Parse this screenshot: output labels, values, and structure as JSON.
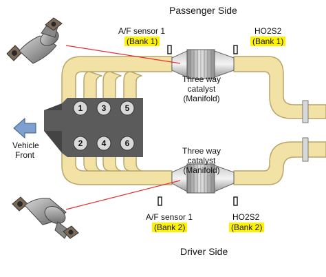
{
  "labels": {
    "passenger_side": "Passenger Side",
    "driver_side": "Driver Side",
    "vehicle": "Vehicle",
    "front": "Front",
    "af_sensor_top": "A/F sensor 1",
    "af_bank_top": "(Bank 1)",
    "ho2s2_top": "HO2S2",
    "ho2s2_bank_top": "(Bank 1)",
    "cat_top_l1": "Three way",
    "cat_top_l2": "catalyst",
    "cat_top_l3": "(Manifold)",
    "cat_bot_l1": "Three way",
    "cat_bot_l2": "catalyst",
    "cat_bot_l3": "(Manifold)",
    "af_sensor_bottom": "A/F sensor 1",
    "af_bank_bottom": "(Bank 2)",
    "ho2s2_bottom": "HO2S2",
    "ho2s2_bank_bottom": "(Bank 2)"
  },
  "cylinders": {
    "bank_top": [
      "1",
      "3",
      "5"
    ],
    "bank_bottom": [
      "2",
      "4",
      "6"
    ]
  },
  "colors": {
    "pipe_fill": "#f2e2a6",
    "pipe_stroke": "#b8a66a",
    "engine": "#5b5b5b",
    "cylinder": "#d9d9d9",
    "leader_line": "#e03030",
    "highlight": "#fff200",
    "arrow_fill": "#7f9fcf"
  }
}
